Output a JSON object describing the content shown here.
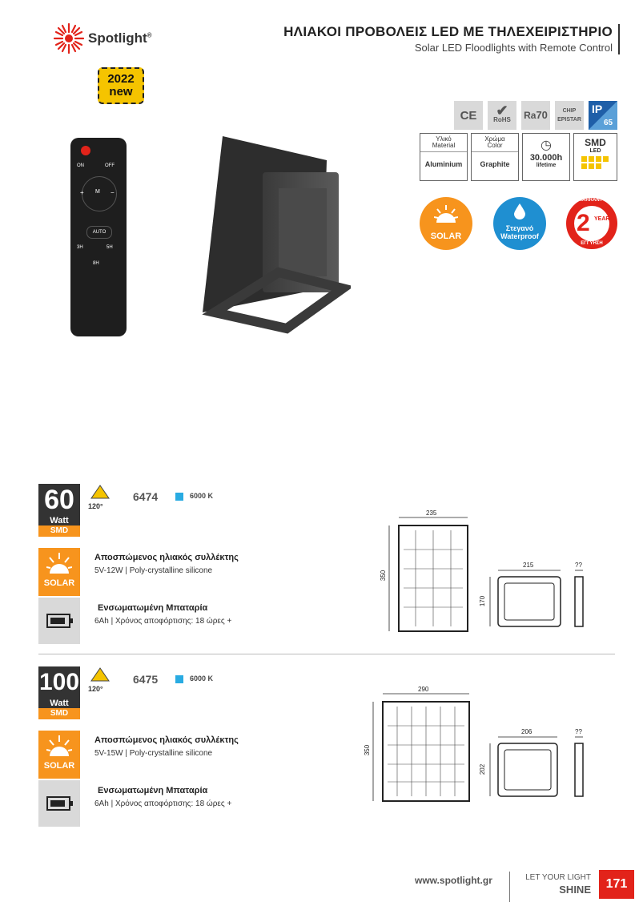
{
  "header": {
    "brand": "Spotlight",
    "brand_reg": "®",
    "title_gr": "ΗΛΙΑΚΟΙ ΠΡΟΒΟΛΕΙΣ LED ΜΕ ΤΗΛΕΧΕΙΡΙΣΤΗΡΙΟ",
    "title_en": "Solar LED Floodlights with Remote Control",
    "badge_year": "2022",
    "badge_new": "new"
  },
  "certs": {
    "ce": "CE",
    "rohs": "RoHS",
    "ra": "Ra",
    "ra_value": "70",
    "chip_l1": "CHIP",
    "chip_l2": "EPISTAR",
    "ip": "IP",
    "ip_value": "65"
  },
  "specs": {
    "material_l1": "Υλικό",
    "material_l2": "Material",
    "material_value": "Aluminium",
    "color_l1": "Χρώμα",
    "color_l2": "Color",
    "color_value": "Graphite",
    "lifetime_value": "30.000h",
    "lifetime_label": "lifetime",
    "smd": "SMD",
    "smd_led": "LED"
  },
  "badges": {
    "solar": "SOLAR",
    "waterproof_gr": "Στεγανό",
    "waterproof_en": "Waterproof",
    "warranty_years": "2",
    "warranty_word": "YEAR",
    "warranty_top": "WARRANTY",
    "warranty_bottom": "ΕΓΓΥΗΣΗ"
  },
  "remote": {
    "on": "ON",
    "off": "OFF",
    "plus": "+",
    "m": "M",
    "minus": "−",
    "auto": "AUTO",
    "h3": "3H",
    "h5": "5H",
    "h8": "8H"
  },
  "products": [
    {
      "watt": "60",
      "watt_unit": "Watt",
      "smd": "SMD",
      "angle": "120°",
      "code": "6474",
      "kelvin": "6000 K",
      "solar_title": "Αποσπώμενος ηλιακός συλλέκτης",
      "solar_spec": "5V-12W | Poly-crystalline silicone",
      "battery_title": "Ενσωματωμένη Μπαταρία",
      "battery_spec": "6Ah | Χρόνος αποφόρτισης: 18 ώρες +",
      "solar_label": "SOLAR",
      "panel_w": "235",
      "panel_h": "350",
      "lamp_w": "215",
      "lamp_h": "170",
      "lamp_d": "??"
    },
    {
      "watt": "100",
      "watt_unit": "Watt",
      "smd": "SMD",
      "angle": "120°",
      "code": "6475",
      "kelvin": "6000 K",
      "solar_title": "Αποσπώμενος ηλιακός συλλέκτης",
      "solar_spec": "5V-15W | Poly-crystalline silicone",
      "battery_title": "Ενσωματωμένη Μπαταρία",
      "battery_spec": "6Ah | Χρόνος αποφόρτισης: 18 ώρες +",
      "solar_label": "SOLAR",
      "panel_w": "290",
      "panel_h": "350",
      "lamp_w": "206",
      "lamp_h": "202",
      "lamp_d": "??"
    }
  ],
  "footer": {
    "url": "www.spotlight.gr",
    "slogan_l1": "LET YOUR LIGHT",
    "slogan_l2": "SHINE",
    "page": "171"
  }
}
